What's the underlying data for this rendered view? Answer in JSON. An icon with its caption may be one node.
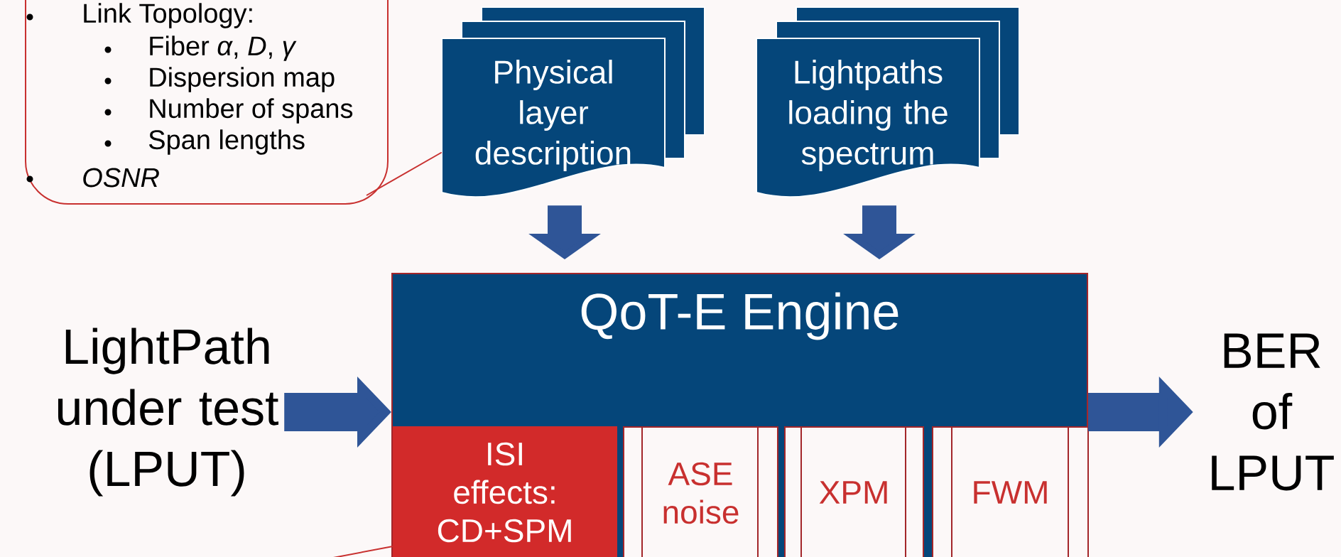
{
  "diagram": {
    "nodes": [
      {
        "text": [
          "Link Topology:",
          "Fiber *α*, *D*, *γ*",
          "Dispersion map",
          "Number of spans",
          "Span lengths",
          "OSNR"
        ]
      },
      {
        "text": [
          "Physical layer description"
        ]
      },
      {
        "text": [
          "Lightpaths loading the spectrum"
        ]
      },
      {
        "text": [
          "QoT-E Engine"
        ]
      },
      {
        "text": [
          "ISI effects: CD+SPM"
        ],
        "in": 3
      },
      {
        "text": [
          "ASE noise"
        ],
        "in": 3
      },
      {
        "text": [
          "XPM"
        ],
        "in": 3
      },
      {
        "text": [
          "FWM"
        ],
        "in": 3
      },
      {
        "text": [
          "LightPath under test (LPUT)"
        ]
      },
      {
        "text": [
          "BER of LPUT"
        ]
      }
    ],
    "edges": [
      {
        "from": 0,
        "to": 1,
        "arrow": "none",
        "color": "#c8302f"
      },
      {
        "from": 1,
        "to": 3,
        "arrow": "to"
      },
      {
        "from": 2,
        "to": 3,
        "arrow": "to"
      },
      {
        "from": 8,
        "to": 3,
        "arrow": "to"
      },
      {
        "from": 3,
        "to": 9,
        "arrow": "to"
      },
      {
        "from": null,
        "to": 4,
        "arrow": "none",
        "color": "#c8302f"
      }
    ]
  }
}
